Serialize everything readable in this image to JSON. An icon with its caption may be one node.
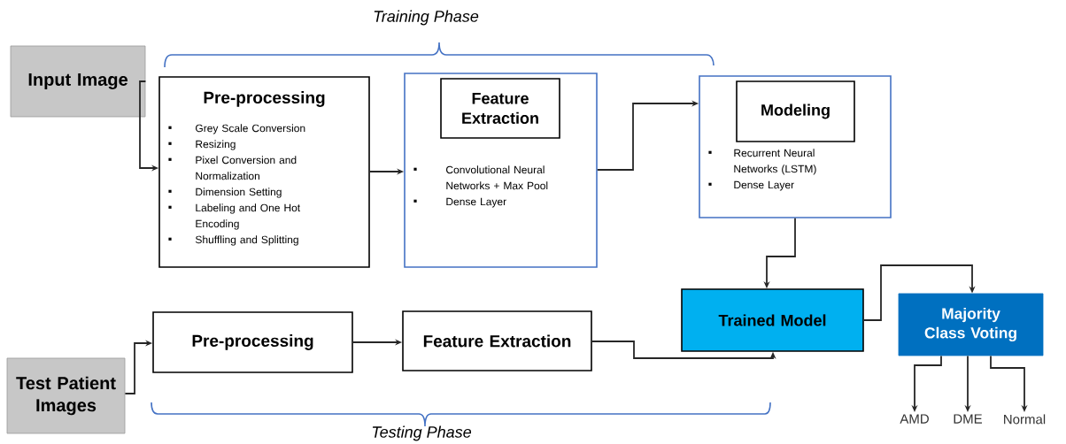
{
  "diagram": {
    "nodes": [
      {
        "text": [
          "Input Image"
        ]
      },
      {
        "text": [
          "Pre-processing",
          "Grey Scale Conversion",
          "Resizing",
          "Pixel Conversion and Normalization",
          "Dimension Setting",
          "Labeling and One Hot Encoding",
          "Shuffling and Splitting"
        ]
      },
      {
        "text": [
          "Convolutional Neural Networks + Max Pool",
          "Dense Layer"
        ]
      },
      {
        "text": [
          "Feature Extraction"
        ],
        "in": 2
      },
      {
        "text": [
          "Recurrent Neural Networks (LSTM)",
          "Dense Layer"
        ]
      },
      {
        "text": [
          "Modeling"
        ],
        "in": 4
      },
      {
        "text": [
          "Trained Model"
        ]
      },
      {
        "text": [
          "Majority Class Voting"
        ]
      },
      {
        "text": [
          "AMD"
        ]
      },
      {
        "text": [
          "DME"
        ]
      },
      {
        "text": [
          "Normal"
        ]
      },
      {
        "text": [
          "Test Patient Images"
        ]
      },
      {
        "text": [
          "Pre-processing"
        ]
      },
      {
        "text": [
          "Feature Extraction"
        ]
      }
    ],
    "edges": [
      {
        "from": 0,
        "to": 1,
        "arrow": "to"
      },
      {
        "from": 1,
        "to": 2,
        "arrow": "to"
      },
      {
        "from": 2,
        "to": 4,
        "arrow": "to"
      },
      {
        "from": 4,
        "to": 6,
        "arrow": "to"
      },
      {
        "from": 6,
        "to": 7,
        "arrow": "to"
      },
      {
        "from": 7,
        "to": 8,
        "arrow": "to"
      },
      {
        "from": 7,
        "to": 9,
        "arrow": "to"
      },
      {
        "from": 7,
        "to": 10,
        "arrow": "to"
      },
      {
        "from": 11,
        "to": 12,
        "arrow": "to"
      },
      {
        "from": 12,
        "to": 13,
        "arrow": "to"
      },
      {
        "from": 13,
        "to": 6,
        "arrow": "to"
      }
    ],
    "labels": [
      "Training Phase",
      "Testing Phase"
    ]
  }
}
